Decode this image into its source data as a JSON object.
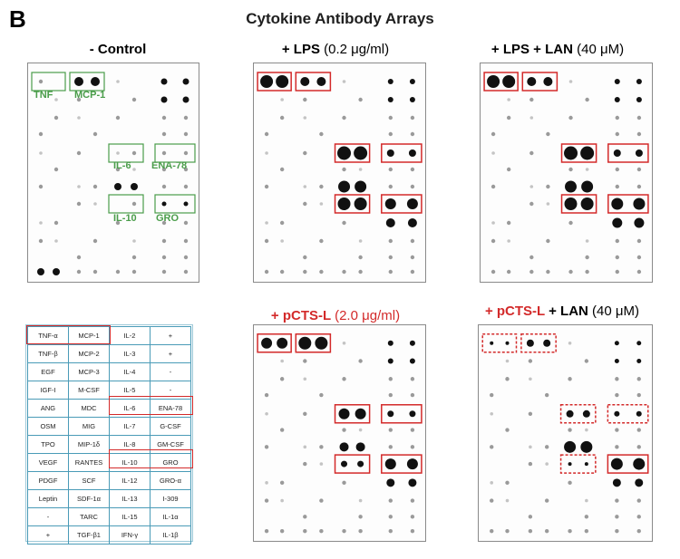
{
  "figure": {
    "panel_letter": "B",
    "title": "Cytokine Antibody Arrays"
  },
  "panels": [
    {
      "id": "control",
      "title": "- Control",
      "title_bold": "- Control",
      "title_normal": "",
      "color": "#000000"
    },
    {
      "id": "lps",
      "title_bold": "+ LPS",
      "title_normal": "(0.2 μg/ml)",
      "color": "#000000"
    },
    {
      "id": "lps_lan",
      "title_bold": "+ LPS + LAN",
      "title_normal": "(40 μM)",
      "color": "#000000"
    },
    {
      "id": "pcts",
      "title_bold": "+ pCTS-L",
      "title_normal": "(2.0 μg/ml)",
      "color": "#d32a2a"
    },
    {
      "id": "pcts_lan",
      "title_red": "+ pCTS-L",
      "title_bold": "+ LAN",
      "title_normal": "(40 μM)",
      "color": "#d32a2a"
    }
  ],
  "control_labels": {
    "tnf": "TNF",
    "mcp1": "MCP-1",
    "il6": "IL-6",
    "ena78": "ENA-78",
    "il10": "IL-10",
    "gro": "GRO"
  },
  "legend_rows": [
    [
      "TNF-α",
      "MCP-1",
      "IL-2",
      "+"
    ],
    [
      "TNF-β",
      "MCP-2",
      "IL-3",
      "+"
    ],
    [
      "EGF",
      "MCP-3",
      "IL-4",
      "-"
    ],
    [
      "IGF-I",
      "M-CSF",
      "IL-5",
      "-"
    ],
    [
      "ANG",
      "MDC",
      "IL-6",
      "ENA-78"
    ],
    [
      "OSM",
      "MIG",
      "IL-7",
      "G-CSF"
    ],
    [
      "TPO",
      "MIP-1δ",
      "IL-8",
      "GM-CSF"
    ],
    [
      "VEGF",
      "RANTES",
      "IL-10",
      "GRO"
    ],
    [
      "PDGF",
      "SCF",
      "IL-12",
      "GRO-α"
    ],
    [
      "Leptin",
      "SDF-1α",
      "IL-13",
      "I-309"
    ],
    [
      "-",
      "TARC",
      "IL-15",
      "IL-1α"
    ],
    [
      "+",
      "TGF-β1",
      "IFN-γ",
      "IL-1β"
    ]
  ],
  "colors": {
    "green_label": "#4a9d4a",
    "red_box": "#d32a2a",
    "legend_grid": "#4a9bb7"
  }
}
